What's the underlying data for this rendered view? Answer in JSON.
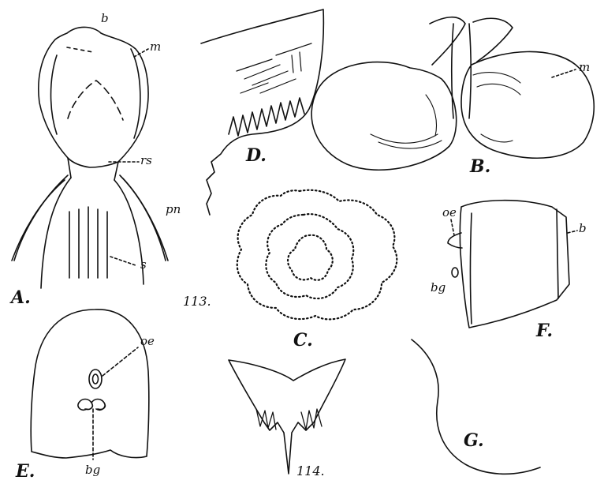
{
  "figure_letters": {
    "A": "A.",
    "B": "B.",
    "C": "C.",
    "D": "D.",
    "E": "E.",
    "F": "F.",
    "G": "G."
  },
  "plate_numbers": {
    "n113": "113.",
    "n114": "114."
  },
  "part_labels": {
    "a_b": "b",
    "a_m": "m",
    "a_rs": "rs",
    "a_pn": "pn",
    "a_s": "s",
    "b_m": "m",
    "e_oe": "oe",
    "e_bg": "bg",
    "f_oe": "oe",
    "f_bg": "bg",
    "f_b": "b"
  }
}
